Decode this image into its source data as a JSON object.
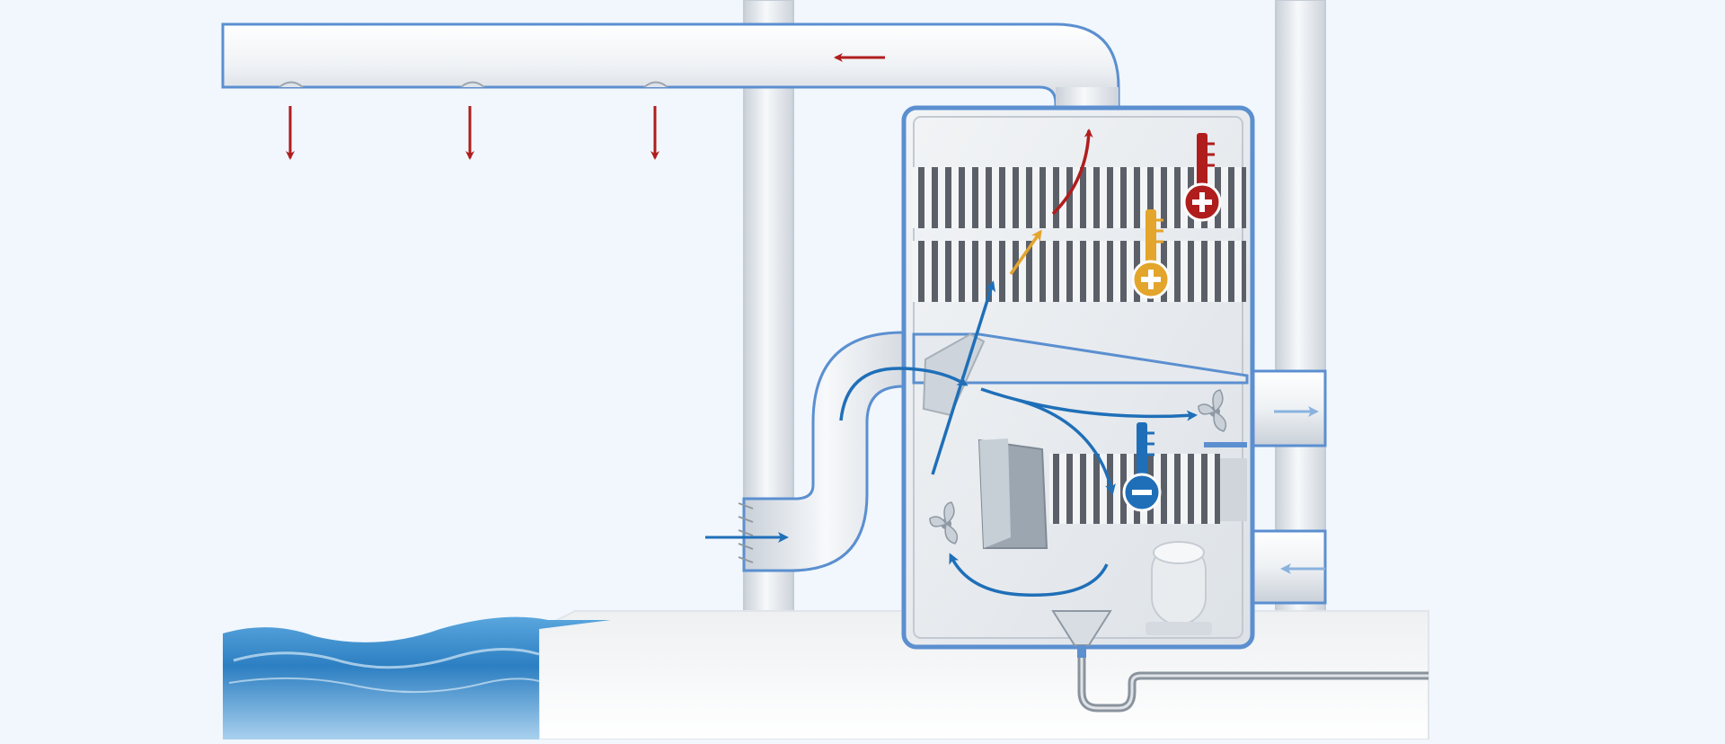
{
  "diagram": {
    "title": "",
    "labels": [],
    "icons": {
      "hot_thermometer": "thermometer-plus-icon",
      "warm_thermometer": "thermometer-plus-icon",
      "cold_thermometer": "thermometer-minus-icon",
      "supply_fan": "fan-icon",
      "recirculation_fan": "fan-icon",
      "drain": "drain-funnel-icon"
    },
    "colors": {
      "background": "#f1f7fd",
      "hot": "#b01d1d",
      "warm": "#e3a52b",
      "cold": "#1f6fb8",
      "flow": "#1f6fb8",
      "outflow_light": "#8ab2de",
      "duct_edge": "#5b8fd0",
      "water": "#3f8ed0"
    },
    "flows": {
      "supply_air_arrows": 4,
      "intake_arrow": "intake",
      "exhaust_arrows": 2
    }
  }
}
